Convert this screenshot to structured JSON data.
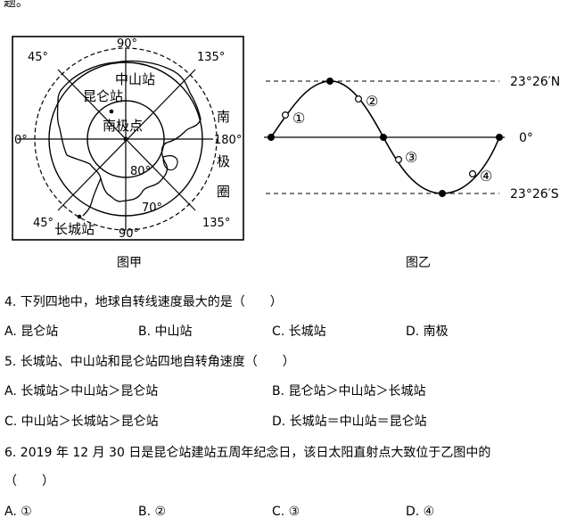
{
  "top_fragment": "题。",
  "fig_a": {
    "caption": "图甲",
    "lon_90_top": "90°",
    "lon_45_tl": "45°",
    "lon_135_tr": "135°",
    "lon_0": "0°",
    "lon_180": "180°",
    "lon_45_bl": "45°",
    "lon_135_br": "135°",
    "lon_90_bottom": "90°",
    "lat_80": "80°",
    "lat_70": "70°",
    "zhongshan": "中山站",
    "kunlun": "昆仑站",
    "south_pole": "南极点",
    "changcheng": "长城站",
    "circle_1": "南",
    "circle_2": "极",
    "circle_3": "圈"
  },
  "fig_b": {
    "caption": "图乙",
    "tropic_n": "23°26′N",
    "equator": "0°",
    "tropic_s": "23°26′S",
    "p1": "①",
    "p2": "②",
    "p3": "③",
    "p4": "④"
  },
  "questions": [
    {
      "stem": "4. 下列四地中，地球自转线速度最大的是（　　）",
      "options": [
        "A. 昆仑站",
        "B. 中山站",
        "C. 长城站",
        "D. 南极"
      ]
    },
    {
      "stem": "5. 长城站、中山站和昆仑站四地自转角速度（　　）",
      "options": [
        "A. 长城站＞中山站＞昆仑站",
        "B. 昆仑站＞中山站＞长城站",
        "C. 中山站＞长城站＞昆仑站",
        "D. 长城站＝中山站＝昆仑站"
      ]
    },
    {
      "stem": "6. 2019 年 12 月 30 日是昆仑站建站五周年纪念日，该日太阳直射点大致位于乙图中的",
      "stem_cont": "（　　）",
      "options": [
        "A. ①",
        "B. ②",
        "C. ③",
        "D. ④"
      ]
    }
  ]
}
